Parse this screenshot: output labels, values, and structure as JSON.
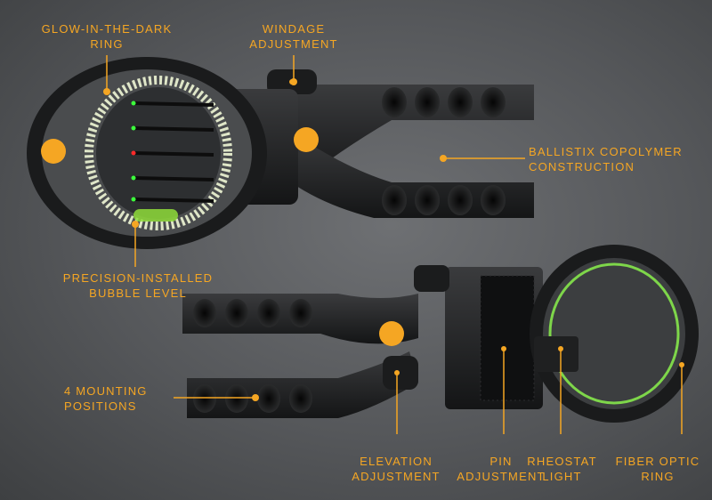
{
  "image": {
    "subject": "bow sight product photo with callouts",
    "accent_color": "#f5a623",
    "background_color": "#5a5c5f"
  },
  "callouts": {
    "glow_ring": [
      "GLOW-IN-THE-DARK",
      "RING"
    ],
    "windage": [
      "WINDAGE",
      "ADJUSTMENT"
    ],
    "ballistix": [
      "BALLISTIX COPOLYMER",
      "CONSTRUCTION"
    ],
    "bubble": [
      "PRECISION-INSTALLED",
      "BUBBLE LEVEL"
    ],
    "mounting": [
      "4 MOUNTING",
      "POSITIONS"
    ],
    "elevation": [
      "ELEVATION",
      "ADJUSTMENT"
    ],
    "pin": [
      "PIN",
      "ADJUSTMENT"
    ],
    "rheostat": [
      "RHEOSTAT",
      "LIGHT"
    ],
    "fiber": [
      "FIBER OPTIC",
      "RING"
    ]
  }
}
